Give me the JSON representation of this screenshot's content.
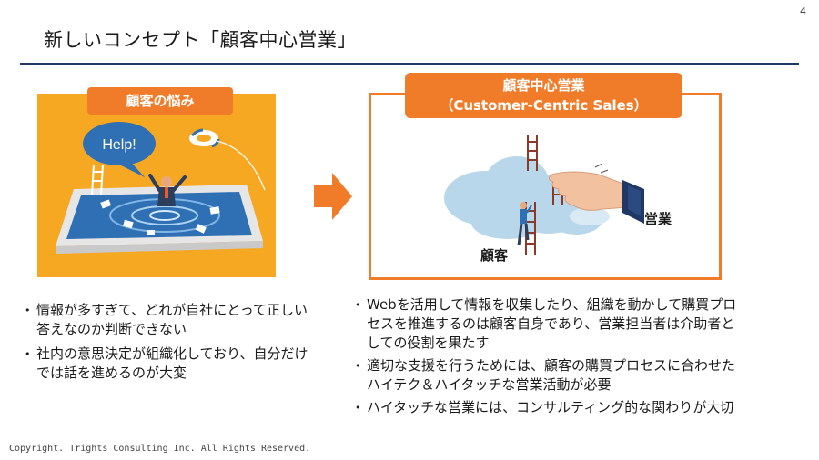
{
  "page_number": "4",
  "title": "新しいコンセプト「顧客中心営業」",
  "left_panel": {
    "badge": "顧客の悩み",
    "speech_bubble": "Help!"
  },
  "right_panel": {
    "badge_line1": "顧客中心営業",
    "badge_line2": "（Customer-Centric Sales）",
    "label_sales": "営業",
    "label_customer": "顧客"
  },
  "left_bullets": [
    "情報が多すぎて、どれが自社にとって正しい答えなのか判断できない",
    "社内の意思決定が組織化しており、自分だけでは話を進めるのが大変"
  ],
  "right_bullets": [
    "Webを活用して情報を収集したり、組織を動かして購買プロセスを推進するのは顧客自身であり、営業担当者は介助者としての役割を果たす",
    "適切な支援を行うためには、顧客の購買プロセスに合わせたハイテク＆ハイタッチな営業活動が必要",
    "ハイタッチな営業には、コンサルティング的な関わりが大切"
  ],
  "bullet_symbol": "•",
  "copyright": "Copyright. Trights Consulting Inc. All Rights Reserved.",
  "colors": {
    "accent_orange": "#f07c2a",
    "panel_yellow": "#f7a823",
    "title_rule": "#1f3864"
  }
}
